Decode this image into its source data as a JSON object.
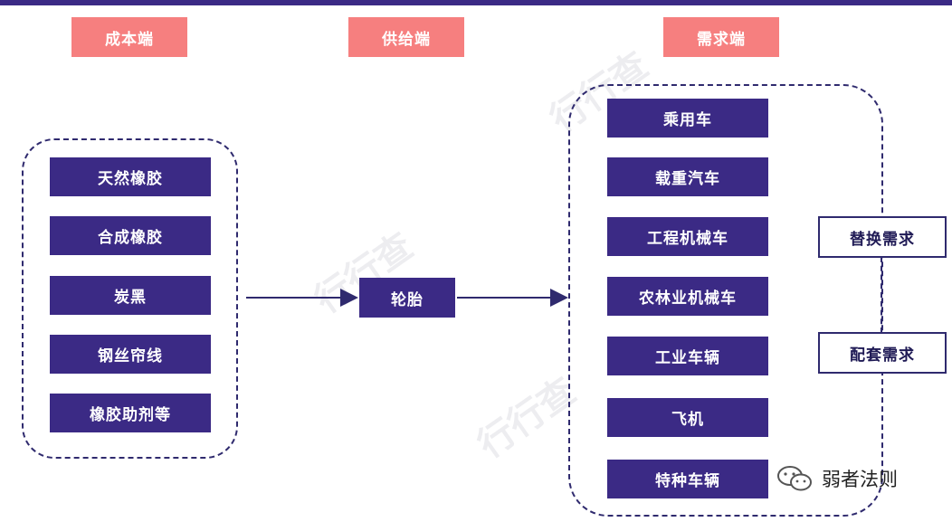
{
  "headers": {
    "cost": "成本端",
    "supply": "供给端",
    "demand": "需求端"
  },
  "cost_items": [
    "天然橡胶",
    "合成橡胶",
    "炭黑",
    "钢丝帘线",
    "橡胶助剂等"
  ],
  "supply_item": "轮胎",
  "demand_items": [
    "乘用车",
    "载重汽车",
    "工程机械车",
    "农林业机械车",
    "工业车辆",
    "飞机",
    "特种车辆"
  ],
  "demand_types": {
    "replacement": "替换需求",
    "oem": "配套需求"
  },
  "brand": {
    "icon": "wechat-icon",
    "name": "弱者法则"
  },
  "watermark_text": "行行查",
  "colors": {
    "header": "#f67f7f",
    "item": "#3b2a85",
    "frame": "#2f2a6e"
  }
}
